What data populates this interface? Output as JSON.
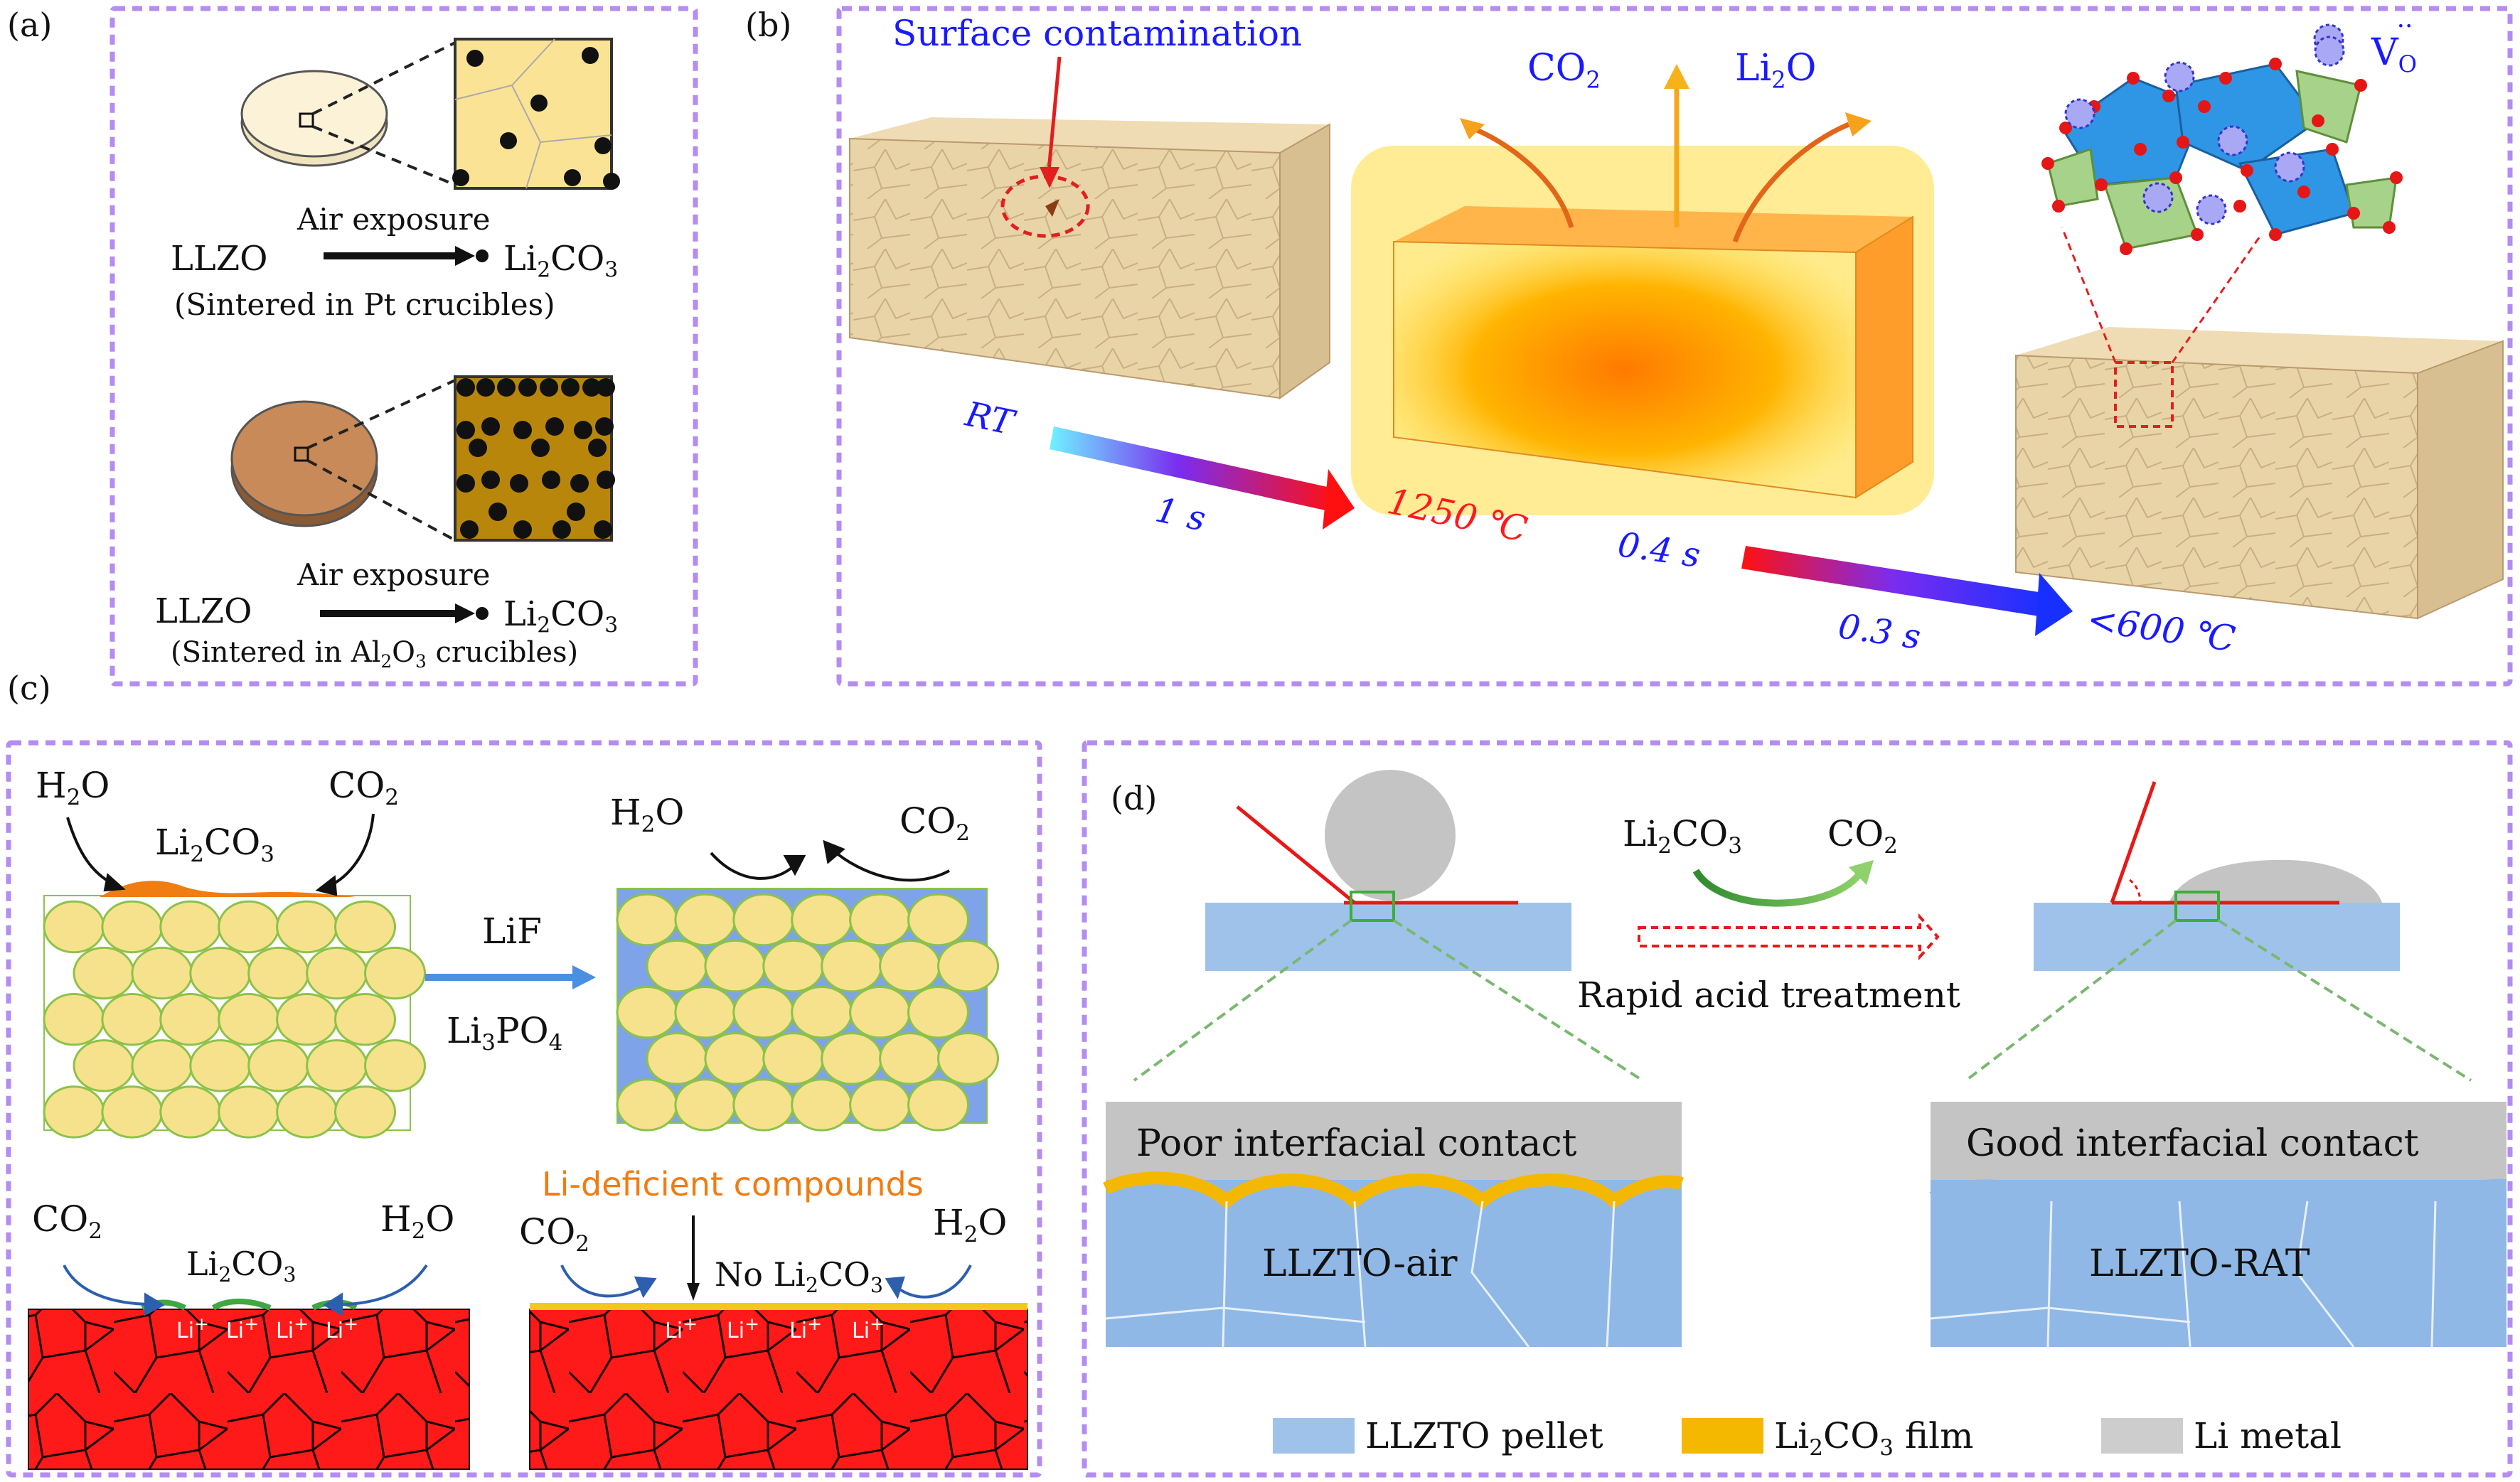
{
  "panel_a": {
    "letter": "(a)",
    "top": {
      "above_arrow": "Air exposure",
      "left": "LLZO",
      "right_main": "Li",
      "right_sub": "2",
      "right_rest": "CO",
      "right_sub2": "3",
      "below": "(Sintered in Pt crucibles)"
    },
    "bottom": {
      "above_arrow": "Air exposure",
      "left": "LLZO",
      "right_main": "Li",
      "right_sub": "2",
      "right_rest": "CO",
      "right_sub2": "3",
      "below_pre": "(Sintered in Al",
      "below_sub1": "2",
      "below_mid": "O",
      "below_sub2": "3",
      "below_post": " crucibles)"
    }
  },
  "panel_b": {
    "letter": "(b)",
    "surface": "Surface contamination",
    "co2_main": "CO",
    "co2_sub": "2",
    "li2o_a": "Li",
    "li2o_sub": "2",
    "li2o_b": "O",
    "vo": "V",
    "vo_mark": "··",
    "vo_sub": "O",
    "rt": "RT",
    "t1": "1 s",
    "temp1": "1250 ℃",
    "t2": "0.4 s",
    "t3": "0.3 s",
    "temp2": "<600 ℃"
  },
  "panel_c": {
    "letter": "(c)",
    "h2o_a": "H",
    "h2o_sub": "2",
    "h2o_b": "O",
    "co2_a": "CO",
    "co2_sub": "2",
    "li2co3_a": "Li",
    "li2co3_sub": "2",
    "li2co3_b": "CO",
    "li2co3_sub2": "3",
    "lif": "LiF",
    "li3po4_a": "Li",
    "li3po4_sub": "3",
    "li3po4_b": "PO",
    "li3po4_sub2": "4",
    "li_deficient": "Li-deficient compounds",
    "no_li2co3": "No Li",
    "li_ion": "Li",
    "li_ion_sup": "+"
  },
  "panel_d": {
    "letter": "(d)",
    "li2co3_a": "Li",
    "li2co3_sub": "2",
    "li2co3_b": "CO",
    "li2co3_sub2": "3",
    "co2_a": "CO",
    "co2_sub": "2",
    "rapid": "Rapid acid treatment",
    "poor": "Poor interfacial contact",
    "good": "Good interfacial contact",
    "llzto_air": "LLZTO-air",
    "llzto_rat": "LLZTO-RAT",
    "legend": [
      {
        "label": "LLZTO pellet",
        "color": "#9fc2ea"
      },
      {
        "label_a": "Li",
        "label_sub": "2",
        "label_b": "CO",
        "label_sub2": "3",
        "label_c": " film",
        "color": "#f5b800"
      },
      {
        "label": "Li metal",
        "color": "#cdcdcd"
      }
    ]
  },
  "colors": {
    "frame": "#b48cf2",
    "grain": "#f6df8e",
    "grain_edge": "#8cc24a",
    "red_substrate": "#ff1a1a",
    "pellet": "#9fc2ea",
    "film": "#f5b800",
    "li_metal": "#cdcdcd"
  }
}
